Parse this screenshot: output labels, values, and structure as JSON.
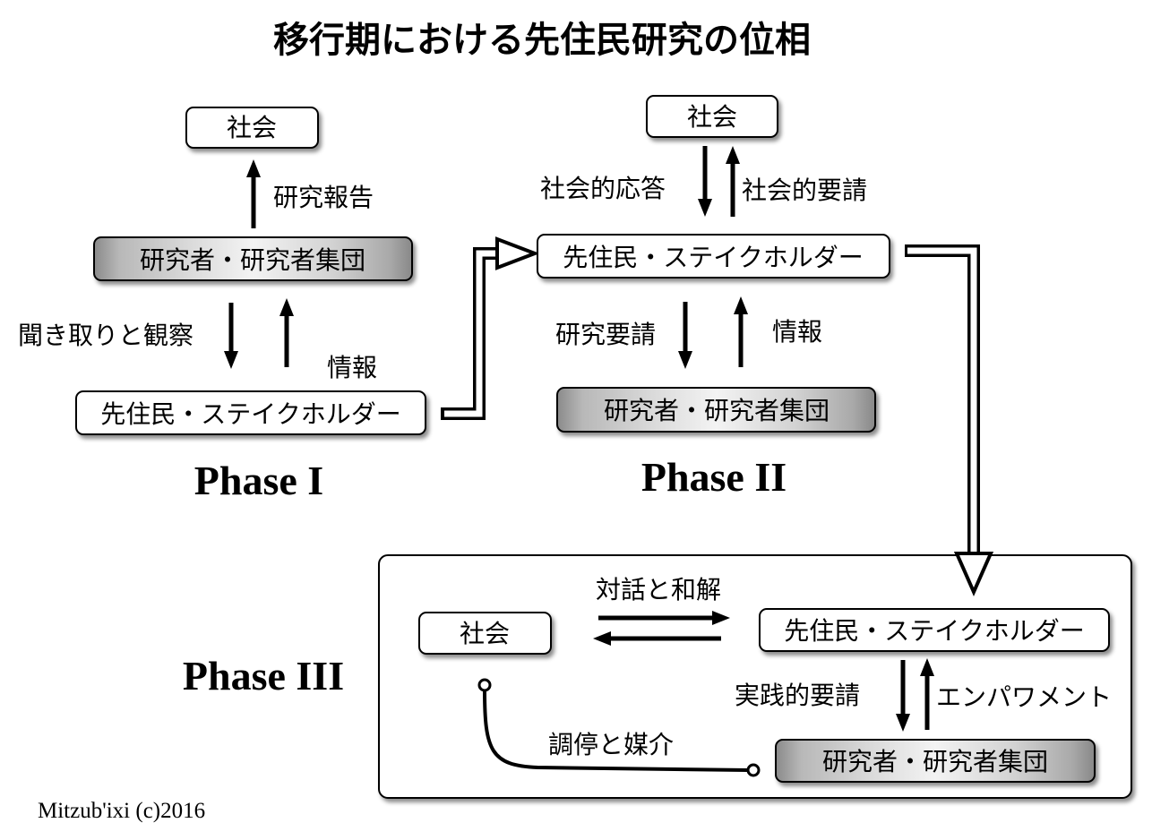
{
  "title": "移行期における先住民研究の位相",
  "phase1": {
    "label": "Phase I",
    "society": "社会",
    "researchers": "研究者・研究者集団",
    "stakeholders": "先住民・ステイクホルダー",
    "report_label": "研究報告",
    "interview_label": "聞き取りと観察",
    "info_label": "情報"
  },
  "phase2": {
    "label": "Phase II",
    "society": "社会",
    "stakeholders": "先住民・ステイクホルダー",
    "researchers": "研究者・研究者集団",
    "social_response_label": "社会的応答",
    "social_request_label": "社会的要請",
    "research_request_label": "研究要請",
    "info_label": "情報"
  },
  "phase3": {
    "label": "Phase III",
    "society": "社会",
    "stakeholders": "先住民・ステイクホルダー",
    "researchers": "研究者・研究者集団",
    "dialogue_label": "対話と和解",
    "practical_request_label": "実践的要請",
    "empowerment_label": "エンパワメント",
    "mediation_label": "調停と媒介"
  },
  "credit": "Mitzub'ixi (c)2016"
}
